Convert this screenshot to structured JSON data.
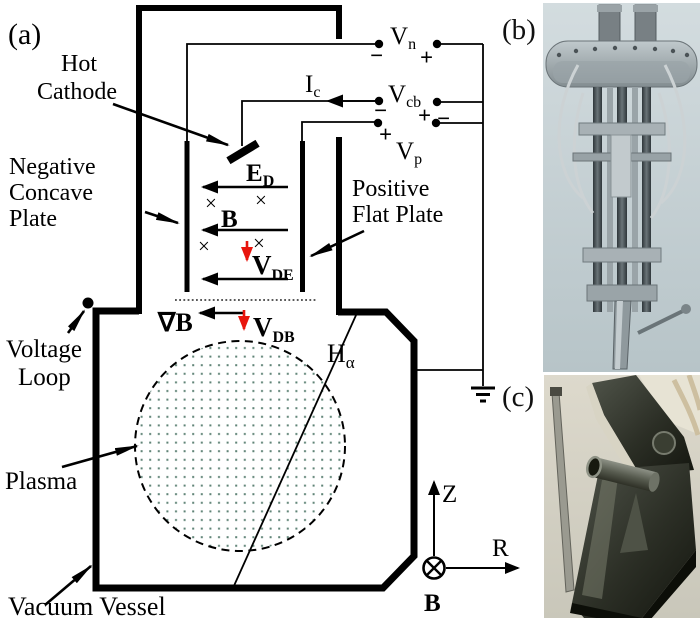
{
  "colors": {
    "line": "#000000",
    "drift_arrow_red": "#e8150d",
    "plasma_dot": "#5f8376",
    "photo_b_bg": "#c7d3d6",
    "photo_c_bg": "#d8d6ca"
  },
  "panel_a": {
    "tag": "(a)",
    "hot_cathode_line1": "Hot",
    "hot_cathode_line2": "Cathode",
    "neg_plate_line1": "Negative",
    "neg_plate_line2": "Concave",
    "neg_plate_line3": "Plate",
    "pos_plate_line1": "Positive",
    "pos_plate_line2": "Flat Plate",
    "voltage_loop_line1": "Voltage",
    "voltage_loop_line2": "Loop",
    "plasma": "Plasma",
    "vacuum_vessel": "Vacuum Vessel",
    "e_field": {
      "base": "E",
      "sub": "D"
    },
    "b_field": "B",
    "grad_b": "∇B",
    "v_de": {
      "base": "V",
      "sub": "DE"
    },
    "v_db": {
      "base": "V",
      "sub": "DB"
    },
    "i_c": {
      "base": "I",
      "sub": "c"
    },
    "h_alpha": {
      "base": "H",
      "sub": "α"
    },
    "cross_symbol": "×",
    "sources": {
      "vn": {
        "base": "V",
        "sub": "n",
        "left_sign": "−",
        "right_sign": "+"
      },
      "vcb": {
        "base": "V",
        "sub": "cb",
        "left_sign": "−",
        "right_sign": "+"
      },
      "vp": {
        "base": "V",
        "sub": "p",
        "left_sign": "+",
        "right_sign": "−"
      }
    },
    "axes": {
      "z": "Z",
      "r": "R",
      "b": "B"
    }
  },
  "panel_b": {
    "tag": "(b)"
  },
  "panel_c": {
    "tag": "(c)"
  }
}
